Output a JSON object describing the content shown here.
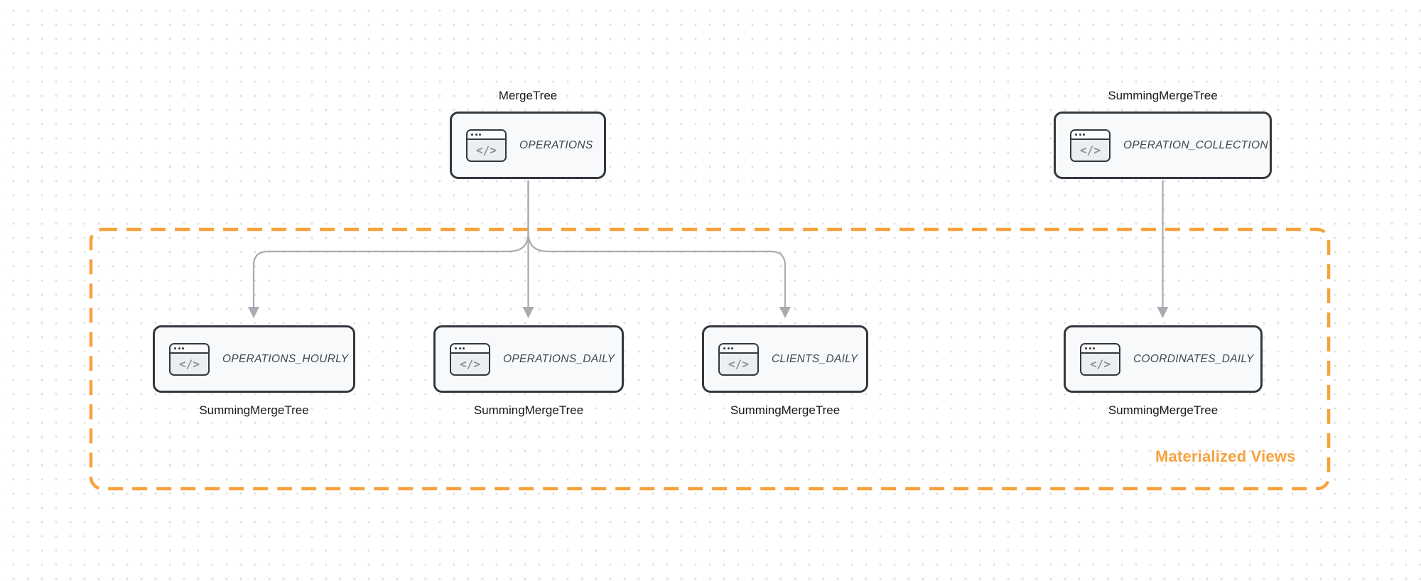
{
  "diagram": {
    "group": {
      "label": "Materialized Views",
      "border_style": "dashed",
      "color": "#F8A13D"
    },
    "icon": {
      "name": "code-window-icon",
      "glyph": "</>"
    },
    "nodes": [
      {
        "id": "operations",
        "label": "OPERATIONS",
        "engine": "MergeTree",
        "engine_position": "above",
        "in_group": false
      },
      {
        "id": "operation-collection",
        "label": "OPERATION_COLLECTION",
        "engine": "SummingMergeTree",
        "engine_position": "above",
        "in_group": false
      },
      {
        "id": "operations-hourly",
        "label": "OPERATIONS_HOURLY",
        "engine": "SummingMergeTree",
        "engine_position": "below",
        "in_group": true
      },
      {
        "id": "operations-daily",
        "label": "OPERATIONS_DAILY",
        "engine": "SummingMergeTree",
        "engine_position": "below",
        "in_group": true
      },
      {
        "id": "clients-daily",
        "label": "CLIENTS_DAILY",
        "engine": "SummingMergeTree",
        "engine_position": "below",
        "in_group": true
      },
      {
        "id": "coordinates-daily",
        "label": "COORDINATES_DAILY",
        "engine": "SummingMergeTree",
        "engine_position": "below",
        "in_group": true
      }
    ],
    "edges": [
      {
        "from": "OPERATIONS",
        "to": "OPERATIONS_HOURLY"
      },
      {
        "from": "OPERATIONS",
        "to": "OPERATIONS_DAILY"
      },
      {
        "from": "OPERATIONS",
        "to": "CLIENTS_DAILY"
      },
      {
        "from": "OPERATION_COLLECTION",
        "to": "COORDINATES_DAILY"
      }
    ],
    "colors": {
      "node_border": "#33383E",
      "node_background": "#F8F9FA",
      "edge": "#A8ABB1",
      "accent_orange": "#F8A13D",
      "label_text": "#41474D",
      "engine_text": "#16181B"
    }
  }
}
